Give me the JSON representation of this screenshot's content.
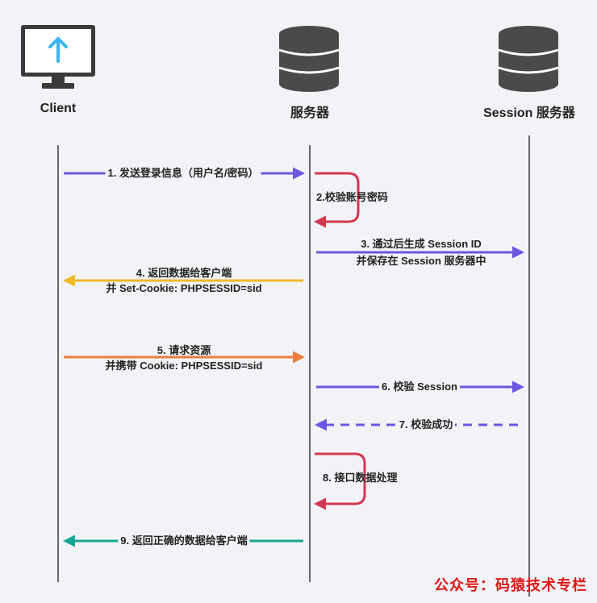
{
  "actors": {
    "client": "Client",
    "server": "服务器",
    "session_server": "Session 服务器"
  },
  "messages": [
    {
      "lines": [
        "1. 发送登录信息（用户名/密码）"
      ]
    },
    {
      "lines": [
        "2.校验账号密码"
      ]
    },
    {
      "lines": [
        "3. 通过后生成 Session ID",
        "并保存在 Session 服务器中"
      ]
    },
    {
      "lines": [
        "4. 返回数据给客户端",
        "并 Set-Cookie: PHPSESSID=sid"
      ]
    },
    {
      "lines": [
        "5. 请求资源",
        "并携带 Cookie: PHPSESSID=sid"
      ]
    },
    {
      "lines": [
        "6. 校验 Session"
      ]
    },
    {
      "lines": [
        "7. 校验成功"
      ]
    },
    {
      "lines": [
        "8. 接口数据处理"
      ]
    },
    {
      "lines": [
        "9. 返回正确的数据给客户端"
      ]
    }
  ],
  "footer": {
    "watermark": "公众号：码猿技术专栏"
  },
  "colors": {
    "purple": "#6b57e0",
    "red": "#d2384f",
    "yellow": "#f0b92a",
    "orange": "#ec7d3c",
    "teal": "#17a693",
    "icon_blue": "#3ab4f2"
  }
}
